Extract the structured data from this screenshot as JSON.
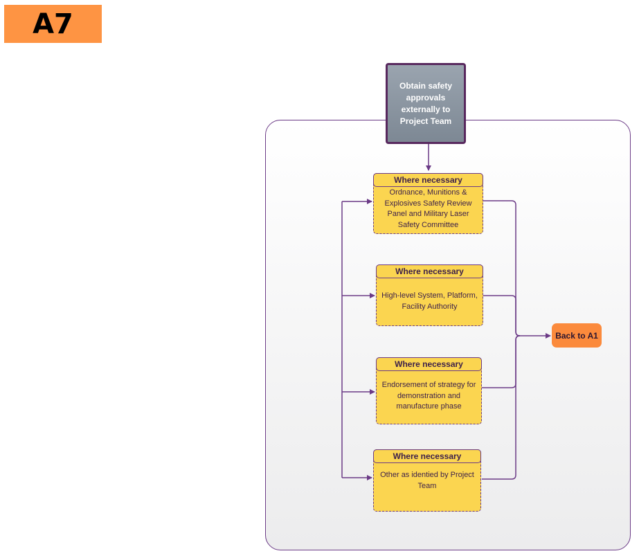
{
  "page_label": "A7",
  "top_box": "Obtain safety approvals externally to Project Team",
  "steps": [
    {
      "header": "Where necessary",
      "body": "Ordnance, Munitions & Explosives Safety Review Panel and Military Laser Safety Committee"
    },
    {
      "header": "Where necessary",
      "body": "High-level System, Platform, Facility Authority"
    },
    {
      "header": "Where necessary",
      "body": "Endorsement of strategy for demonstration and manufacture phase"
    },
    {
      "header": "Where necessary",
      "body": "Other as identied by Project Team"
    }
  ],
  "back_button": "Back to A1",
  "colors": {
    "accent_orange": "#fe9443",
    "step_fill": "#fbd550",
    "connector": "#6b3a86",
    "top_box_fill": "#8d97a3"
  }
}
